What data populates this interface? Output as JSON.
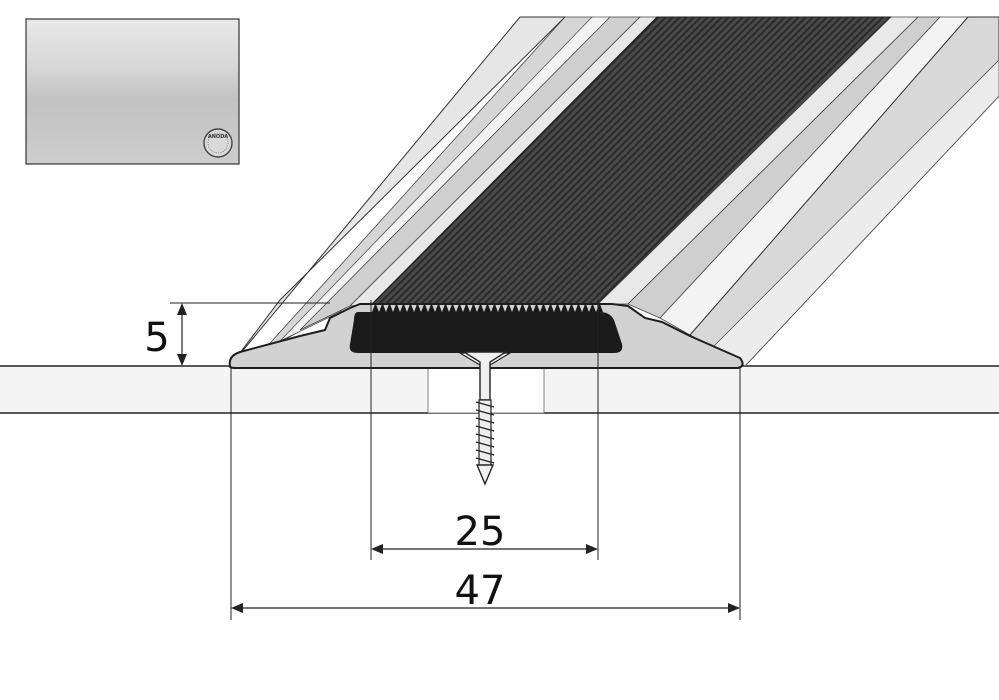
{
  "swatch": {
    "finish_badge": "ANODA"
  },
  "dimensions": {
    "height": "5",
    "insert_width": "25",
    "total_width": "47"
  },
  "colors": {
    "aluminium_light": "#e6e6e6",
    "aluminium_mid": "#cfcfcf",
    "insert_dark": "#4a4a4a",
    "insert_black": "#1a1a1a",
    "floor": "#f3f3f3",
    "line": "#222222"
  }
}
